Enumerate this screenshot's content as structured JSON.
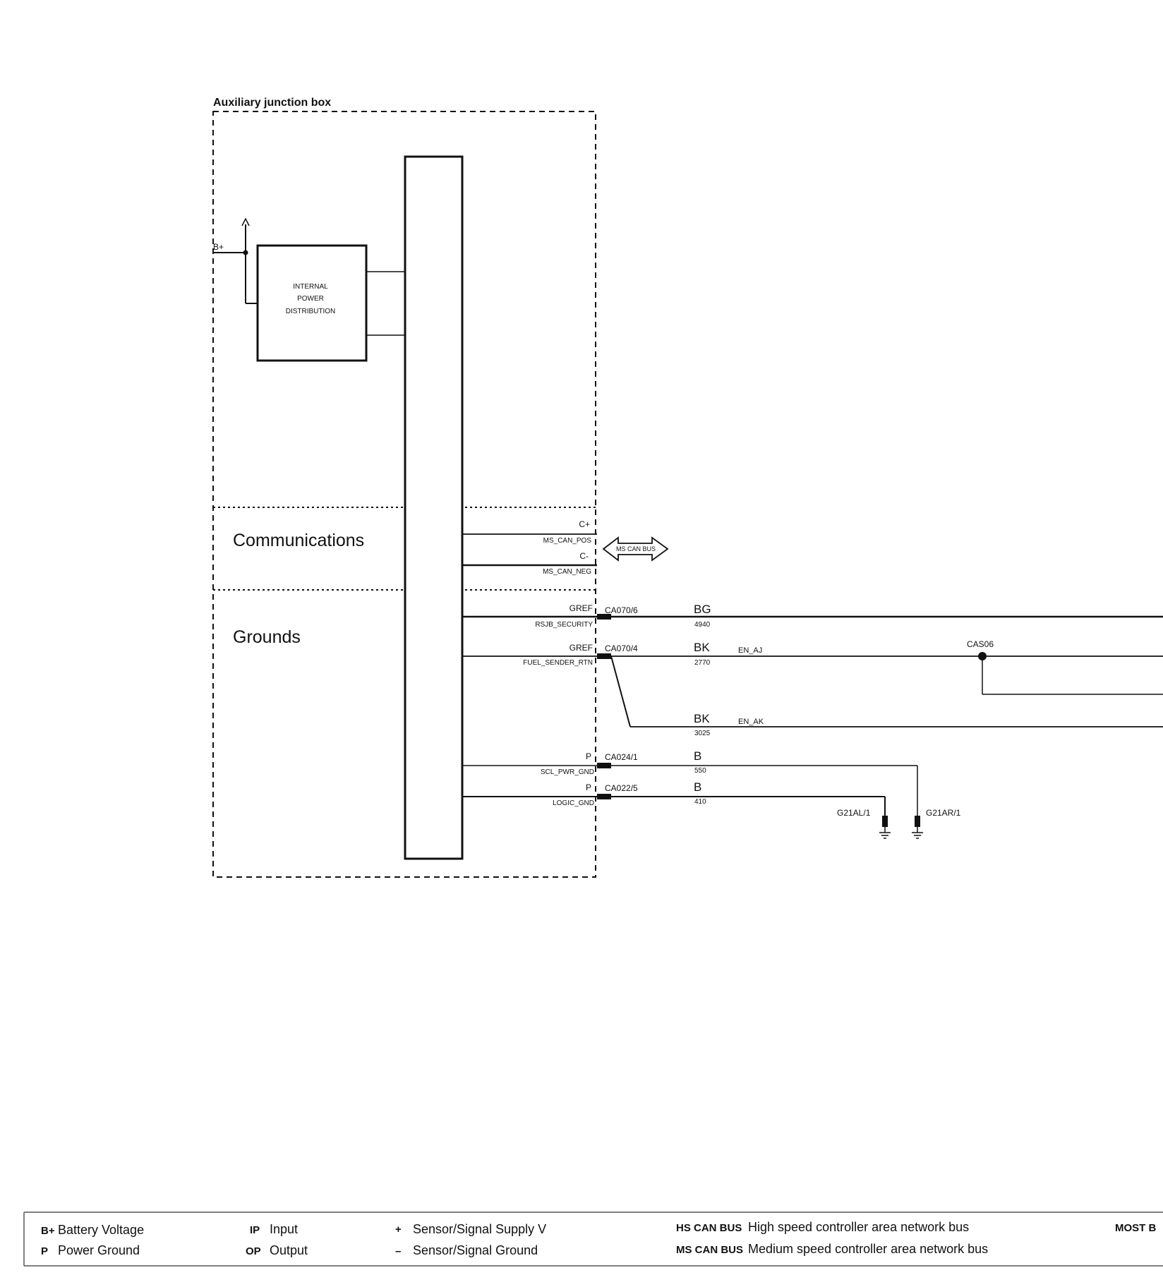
{
  "module": {
    "title": "Auxiliary junction box",
    "internal_block": [
      "INTERNAL",
      "POWER",
      "DISTRIBUTION"
    ],
    "supply_label": "B+"
  },
  "sections": {
    "communications": "Communications",
    "grounds": "Grounds"
  },
  "can": {
    "pos_pin": "C+",
    "pos_signal": "MS_CAN_POS",
    "neg_pin": "C-",
    "neg_signal": "MS_CAN_NEG",
    "bus_label": "MS CAN BUS"
  },
  "circuits": [
    {
      "pin_type": "GREF",
      "signal": "RSJB_SECURITY",
      "connector": "CA070/6",
      "color": "BG",
      "circuit": "4940",
      "net": ""
    },
    {
      "pin_type": "GREF",
      "signal": "FUEL_SENDER_RTN",
      "connector": "CA070/4",
      "color": "BK",
      "circuit": "2770",
      "net": "EN_AJ"
    },
    {
      "pin_type": "",
      "signal": "",
      "connector": "",
      "color": "BK",
      "circuit": "3025",
      "net": "EN_AK"
    },
    {
      "pin_type": "P",
      "signal": "SCL_PWR_GND",
      "connector": "CA024/1",
      "color": "B",
      "circuit": "550",
      "net": ""
    },
    {
      "pin_type": "P",
      "signal": "LOGIC_GND",
      "connector": "CA022/5",
      "color": "B",
      "circuit": "410",
      "net": ""
    }
  ],
  "splice": "CAS06",
  "grounds": {
    "left": "G21AL/1",
    "right": "G21AR/1"
  },
  "legend": {
    "items": [
      {
        "key": "B+",
        "text": "Battery Voltage"
      },
      {
        "key": "P",
        "text": "Power Ground"
      },
      {
        "key": "IP",
        "text": "Input"
      },
      {
        "key": "OP",
        "text": "Output"
      },
      {
        "key": "+",
        "text": "Sensor/Signal Supply V"
      },
      {
        "key": "–",
        "text": "Sensor/Signal Ground"
      },
      {
        "key": "HS CAN BUS",
        "text": "High speed controller area network bus"
      },
      {
        "key": "MS CAN BUS",
        "text": "Medium speed controller area network bus"
      },
      {
        "key": "MOST B",
        "text": ""
      }
    ]
  }
}
